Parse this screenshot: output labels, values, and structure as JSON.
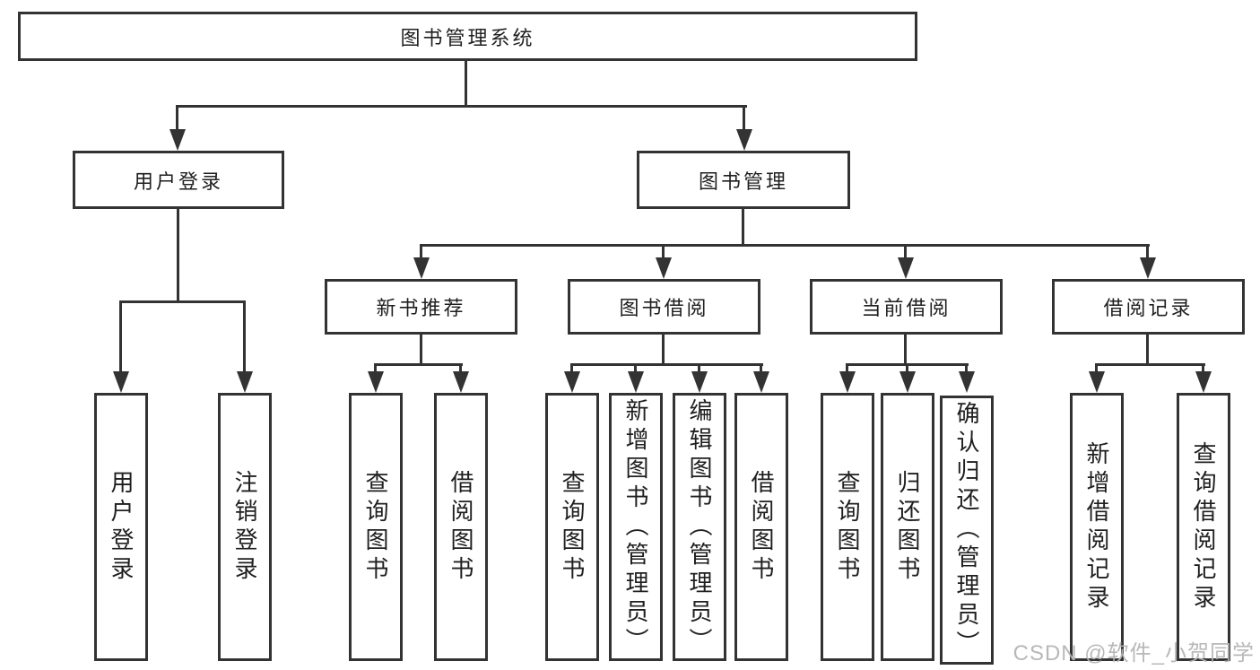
{
  "root": {
    "label": "图书管理系统"
  },
  "level2": {
    "user_login": {
      "label": "用户登录"
    },
    "book_mgmt": {
      "label": "图书管理"
    }
  },
  "level3": {
    "new_book": {
      "label": "新书推荐"
    },
    "book_borrow": {
      "label": "图书借阅"
    },
    "current_borrow": {
      "label": "当前借阅"
    },
    "borrow_record": {
      "label": "借阅记录"
    }
  },
  "leaves": {
    "login": {
      "label": "用户登录"
    },
    "logout": {
      "label": "注销登录"
    },
    "nb_query": {
      "label": "查询图书"
    },
    "nb_borrow": {
      "label": "借阅图书"
    },
    "bb_query": {
      "label": "查询图书"
    },
    "bb_add": {
      "label": "新增图书（管理员）"
    },
    "bb_edit": {
      "label": "编辑图书（管理员）"
    },
    "bb_borrow": {
      "label": "借阅图书"
    },
    "cb_query": {
      "label": "查询图书"
    },
    "cb_return": {
      "label": "归还图书"
    },
    "cb_confirm": {
      "label": "确认归还（管理员）"
    },
    "br_add": {
      "label": "新增借阅记录"
    },
    "br_query": {
      "label": "查询借阅记录"
    }
  },
  "watermark": {
    "text": "CSDN @软件_小贺同学"
  },
  "colors": {
    "line": "#333333",
    "text": "#1f1f1f",
    "watermark": "#b5b5b5",
    "background": "#ffffff"
  }
}
